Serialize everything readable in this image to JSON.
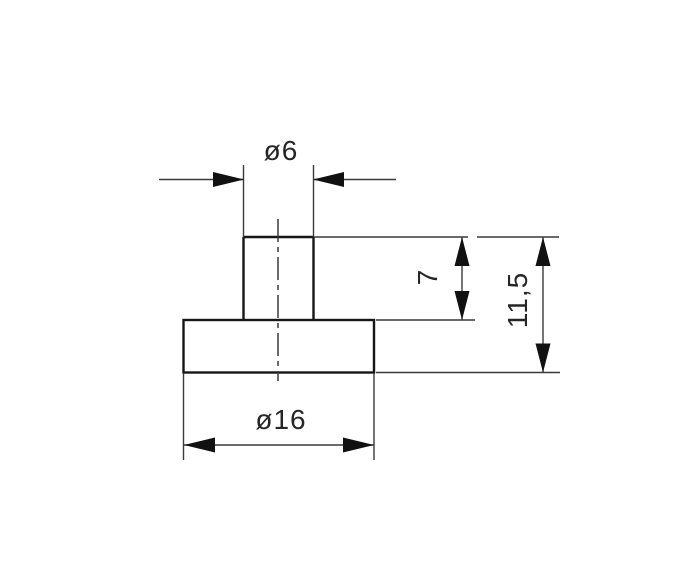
{
  "labels": {
    "small_diameter": "ø6",
    "large_diameter": "ø16",
    "pin_height": "7",
    "overall_height": "11,5"
  },
  "colors": {
    "object_line": "#161616",
    "thin_line": "#3a3a3a",
    "text": "#262626",
    "background": "#ffffff"
  }
}
